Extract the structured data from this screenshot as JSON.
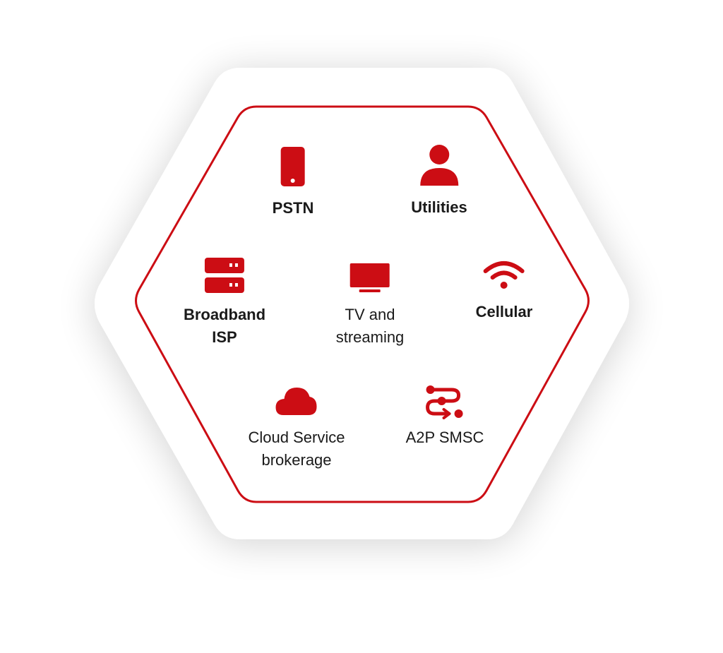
{
  "accent_color": "#cc0d14",
  "outline_color": "#cc0d14",
  "text_color": "#1a1a1a",
  "items": [
    {
      "name": "pstn",
      "icon": "smartphone-icon",
      "lines": [
        "PSTN"
      ]
    },
    {
      "name": "utilities",
      "icon": "user-icon",
      "lines": [
        "Utilities"
      ]
    },
    {
      "name": "broadband",
      "icon": "server-icon",
      "lines": [
        "Broadband",
        "ISP"
      ]
    },
    {
      "name": "tv",
      "icon": "tv-icon",
      "lines": [
        "TV and",
        "streaming"
      ]
    },
    {
      "name": "cellular",
      "icon": "wifi-icon",
      "lines": [
        "Cellular"
      ]
    },
    {
      "name": "cloud",
      "icon": "cloud-icon",
      "lines": [
        "Cloud Service",
        "brokerage"
      ]
    },
    {
      "name": "a2p",
      "icon": "route-icon",
      "lines": [
        "A2P SMSC"
      ]
    }
  ]
}
